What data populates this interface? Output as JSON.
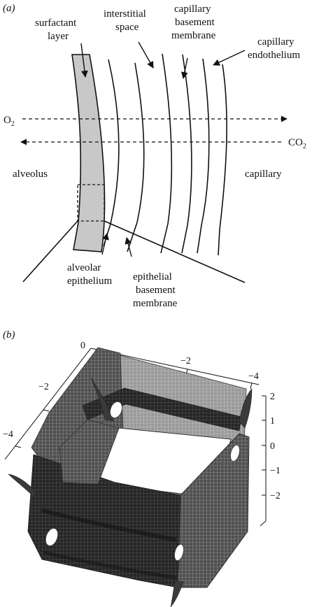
{
  "panel_a": {
    "panel_label": "(a)",
    "labels": {
      "surfactant": [
        "surfactant",
        "layer"
      ],
      "interstitial": [
        "interstitial",
        "space"
      ],
      "capillary_basement": [
        "capillary",
        "basement",
        "membrane"
      ],
      "capillary_endothelium": [
        "capillary",
        "endothelium"
      ],
      "alveolus": "alveolus",
      "capillary": "capillary",
      "alveolar_epithelium": [
        "alveolar",
        "epithelium"
      ],
      "epithelial_basement": [
        "epithelial",
        "basement",
        "membrane"
      ]
    },
    "gases": {
      "o2": {
        "symbol": "O",
        "subscript": "2"
      },
      "co2": {
        "symbol": "CO",
        "subscript": "2"
      }
    },
    "colors": {
      "surfactant_fill": "#c8c8c8",
      "line": "#111111"
    }
  },
  "panel_b": {
    "panel_label": "(b)",
    "x_ticks": [
      "0",
      "−2",
      "−4"
    ],
    "y_ticks": [
      "−2",
      "−4"
    ],
    "z_ticks": [
      "2",
      "1",
      "0",
      "−1",
      "−2"
    ],
    "colors": {
      "surface_dark": "#2a2a2a",
      "surface_mid": "#6e6e6e",
      "surface_light": "#d8d8d8",
      "mesh": "#bdbdbd"
    }
  }
}
